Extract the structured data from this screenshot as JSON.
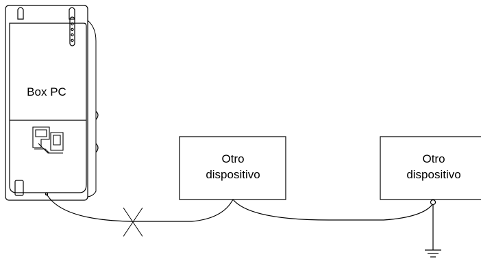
{
  "box_pc": {
    "label": "Box PC",
    "icon": "box-pc-logo-icon"
  },
  "device_1": {
    "line1": "Otro",
    "line2": "dispositivo"
  },
  "device_2": {
    "line1": "Otro",
    "line2": "dispositivo"
  },
  "connection_markers": {
    "broken_link": "x-mark-icon",
    "ground": "ground-symbol-icon"
  }
}
